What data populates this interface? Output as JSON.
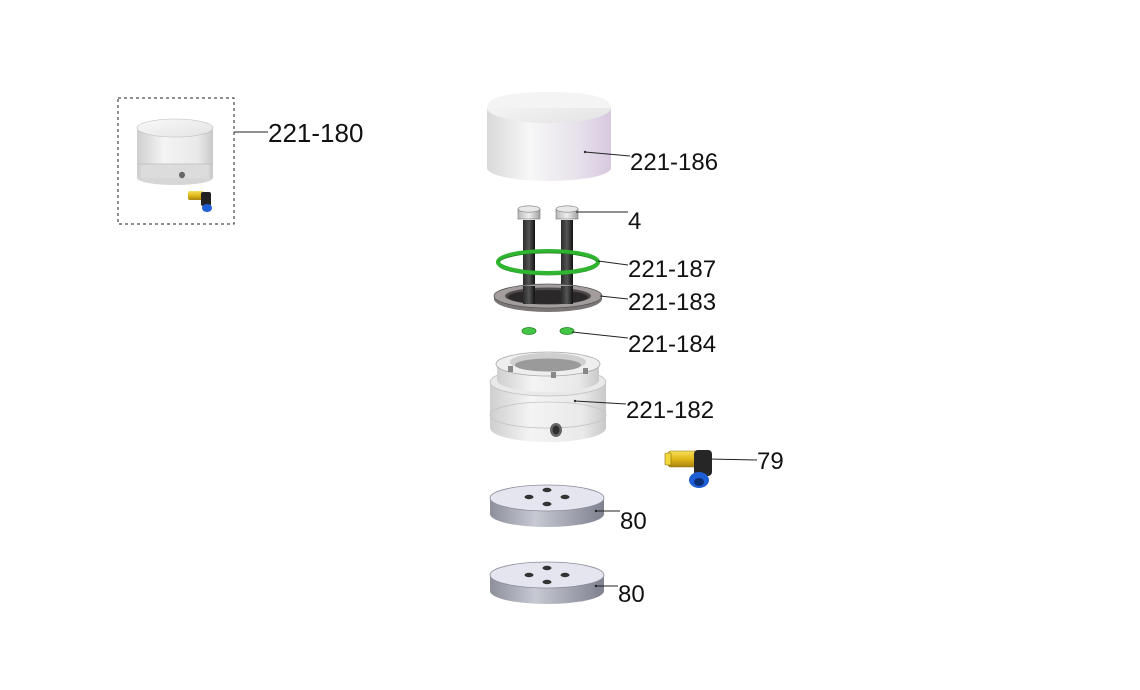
{
  "assembly": {
    "label": "221-180",
    "accessory_label": "79"
  },
  "parts": [
    {
      "id": "cap",
      "label": "221-186"
    },
    {
      "id": "bolts",
      "label": "4"
    },
    {
      "id": "o-ring",
      "label": "221-187"
    },
    {
      "id": "seal",
      "label": "221-183"
    },
    {
      "id": "small-o-rings",
      "label": "221-184"
    },
    {
      "id": "housing",
      "label": "221-182"
    },
    {
      "id": "fitting",
      "label": "79"
    },
    {
      "id": "plate-upper",
      "label": "80"
    },
    {
      "id": "plate-lower",
      "label": "80"
    }
  ],
  "colors": {
    "o_ring": "#2fb52f",
    "bolt": "#1a1a1a",
    "fitting_brass": "#e8c21a",
    "fitting_blue": "#1f5fd6",
    "metal_light": "#eeeeee",
    "metal_dark": "#8a8c9a"
  }
}
